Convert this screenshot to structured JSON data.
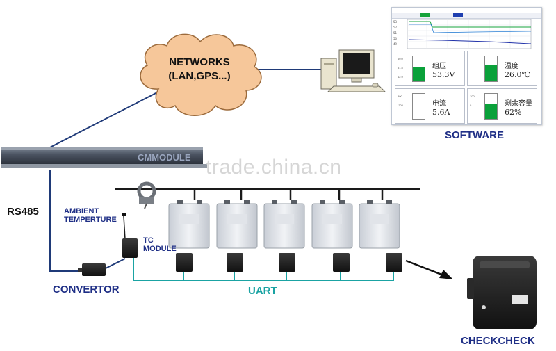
{
  "labels": {
    "networks_line1": "NETWORKS",
    "networks_line2": "(LAN,GPS...)",
    "software": "SOFTWARE",
    "rs485": "RS485",
    "ambient_line1": "AMBIENT",
    "ambient_line2": "TEMPERTURE",
    "tc_line1": "TC",
    "tc_line2": "MODULE",
    "convertor": "CONVERTOR",
    "uart": "UART",
    "checkcheck": "CHECKCHECK",
    "rack_brand": "CMMODULE"
  },
  "watermark": "trade.china.cn",
  "software_panel": {
    "tiles": [
      {
        "name": "组压",
        "value": "53.3V",
        "fill_fraction": 0.55,
        "scale_top": "60.0",
        "scale_mid": "51.5",
        "scale_bottom": "42.9"
      },
      {
        "name": "温度",
        "value": "26.0℃",
        "fill_fraction": 0.65,
        "scale_top": "",
        "scale_mid": "",
        "scale_bottom": ""
      },
      {
        "name": "电流",
        "value": "5.6A",
        "fill_fraction": 0.0,
        "scale_top": "300",
        "scale_mid": "",
        "scale_bottom": "-300"
      },
      {
        "name": "剩余容量",
        "value": "62%",
        "fill_fraction": 0.62,
        "scale_top": "100",
        "scale_mid": "",
        "scale_bottom": "0"
      }
    ]
  },
  "colors": {
    "label_blue": "#1f2f86",
    "uart_teal": "#1aa3a3",
    "gauge_green": "#0aa13a"
  },
  "icons": [
    "cloud-icon",
    "computer-icon",
    "server-rack-icon",
    "current-clamp-icon",
    "sensor-probe-icon",
    "battery-icon",
    "monitor-module-icon",
    "converter-icon",
    "tc-module-icon",
    "checkcheck-device-icon"
  ]
}
